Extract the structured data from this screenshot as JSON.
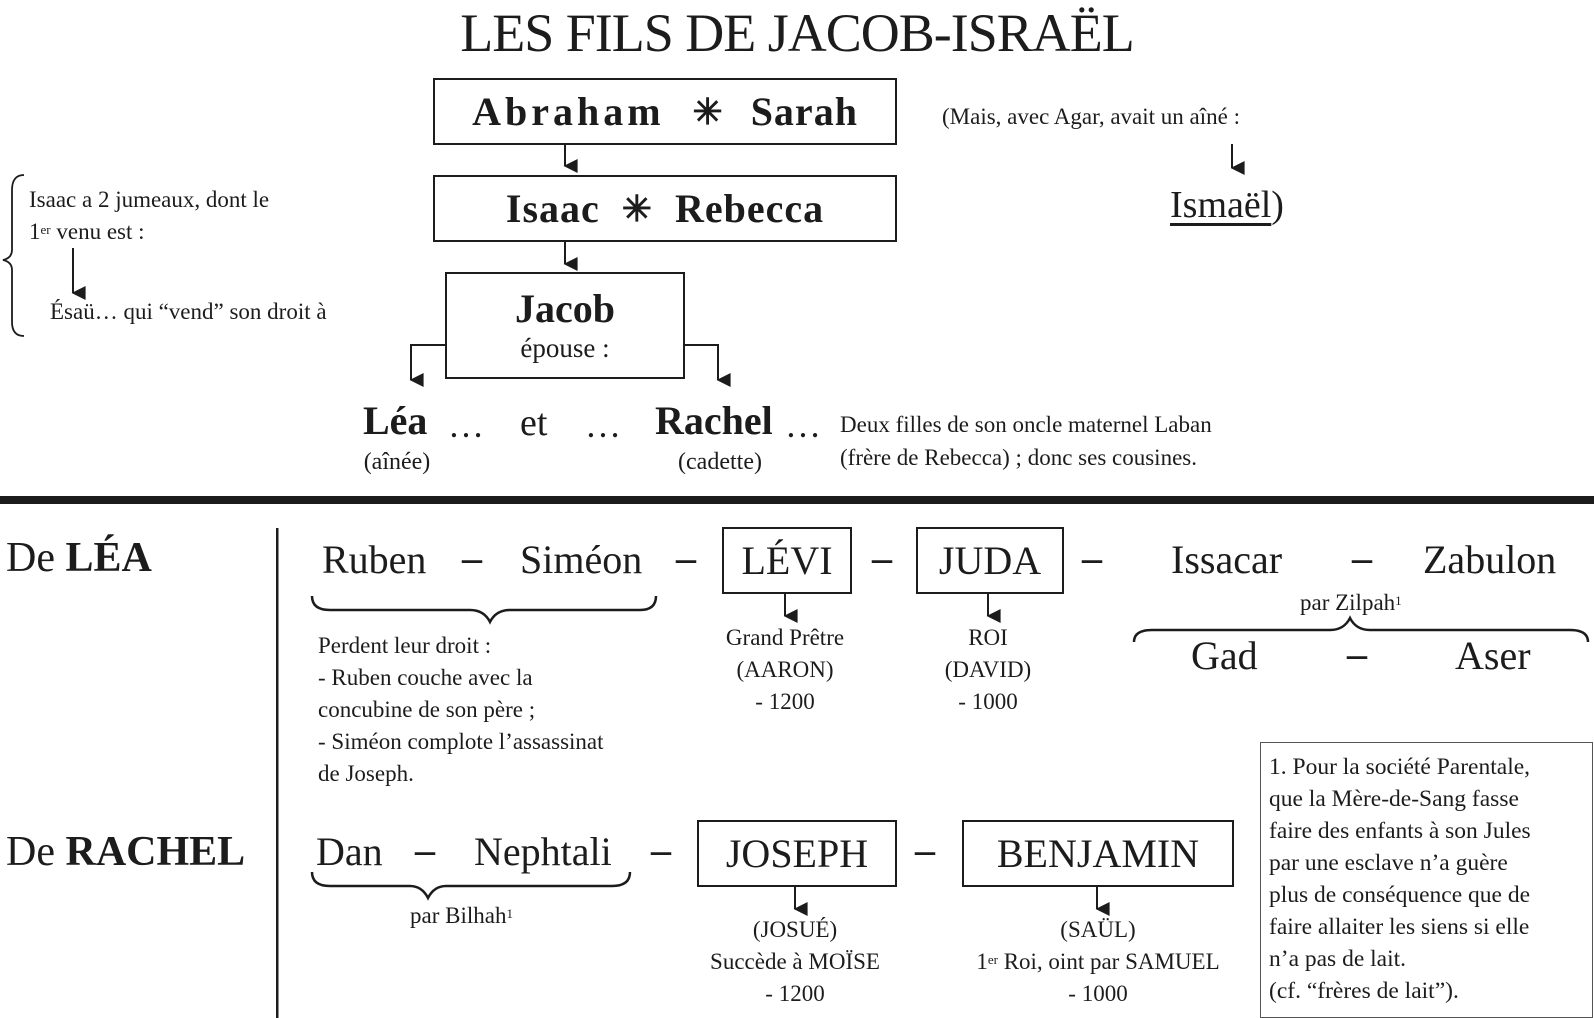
{
  "title": "LES FILS DE JACOB-ISRAËL",
  "genealogy": {
    "abraham": "Abraham",
    "sarah": "Sarah",
    "isaac": "Isaac",
    "rebecca": "Rebecca",
    "union_symbol": "✳",
    "jacob": "Jacob",
    "jacob_sub": "épouse :",
    "lea": "Léa",
    "lea_sub": "(aînée)",
    "dots": "…",
    "et": "et",
    "rachel": "Rachel",
    "rachel_sub": "(cadette)",
    "rachel_dots": "…",
    "laban_note_1": "Deux filles de son oncle maternel Laban",
    "laban_note_2": "(frère de Rebecca) ; donc ses cousines."
  },
  "agar_note": {
    "line1": "(Mais, avec Agar, avait un aîné :",
    "ismael": "Ismaël",
    "close": ")"
  },
  "esau_note": {
    "line1": "Isaac a 2 jumeaux, dont le",
    "line2_pre": "1",
    "line2_sup": "er",
    "line2_post": " venu est :",
    "line3": "Ésaü… qui “vend” son droit à"
  },
  "lea_row": {
    "label_pre": "De ",
    "label_name": "LÉA",
    "ruben": "Ruben",
    "simeon": "Siméon",
    "levi": "LÉVI",
    "juda": "JUDA",
    "issacar": "Issacar",
    "zabulon": "Zabulon",
    "dash": "–",
    "zilpah_pre": "par Zilpah",
    "zilpah_sup": "1",
    "gad": "Gad",
    "aser": "Aser",
    "lost_rights": [
      "Perdent leur droit :",
      "- Ruben couche avec la",
      "concubine de son père ;",
      "- Siméon complote l’assassinat",
      "de Joseph."
    ],
    "levi_desc": [
      "Grand Prêtre",
      "(AARON)",
      "- 1200"
    ],
    "juda_desc": [
      "ROI",
      "(DAVID)",
      "- 1000"
    ]
  },
  "rachel_row": {
    "label_pre": "De ",
    "label_name": "RACHEL",
    "dan": "Dan",
    "nephtali": "Nephtali",
    "joseph": "JOSEPH",
    "benjamin": "BENJAMIN",
    "bilhah_pre": "par Bilhah",
    "bilhah_sup": "1",
    "joseph_desc": [
      "(JOSUÉ)",
      "Succède à MOÏSE",
      "- 1200"
    ],
    "benjamin_desc_1": "(SAÜL)",
    "benjamin_desc_2_pre": "1",
    "benjamin_desc_2_sup": "er",
    "benjamin_desc_2_post": " Roi, oint par SAMUEL",
    "benjamin_desc_3": "- 1000"
  },
  "footnote": [
    "1. Pour la société Parentale,",
    "que la Mère-de-Sang fasse",
    "faire des enfants à son Jules",
    "par une esclave n’a guère",
    "plus de conséquence que de",
    "faire allaiter les siens si elle",
    "n’a pas de lait.",
    "(cf. “frères de lait”)."
  ]
}
